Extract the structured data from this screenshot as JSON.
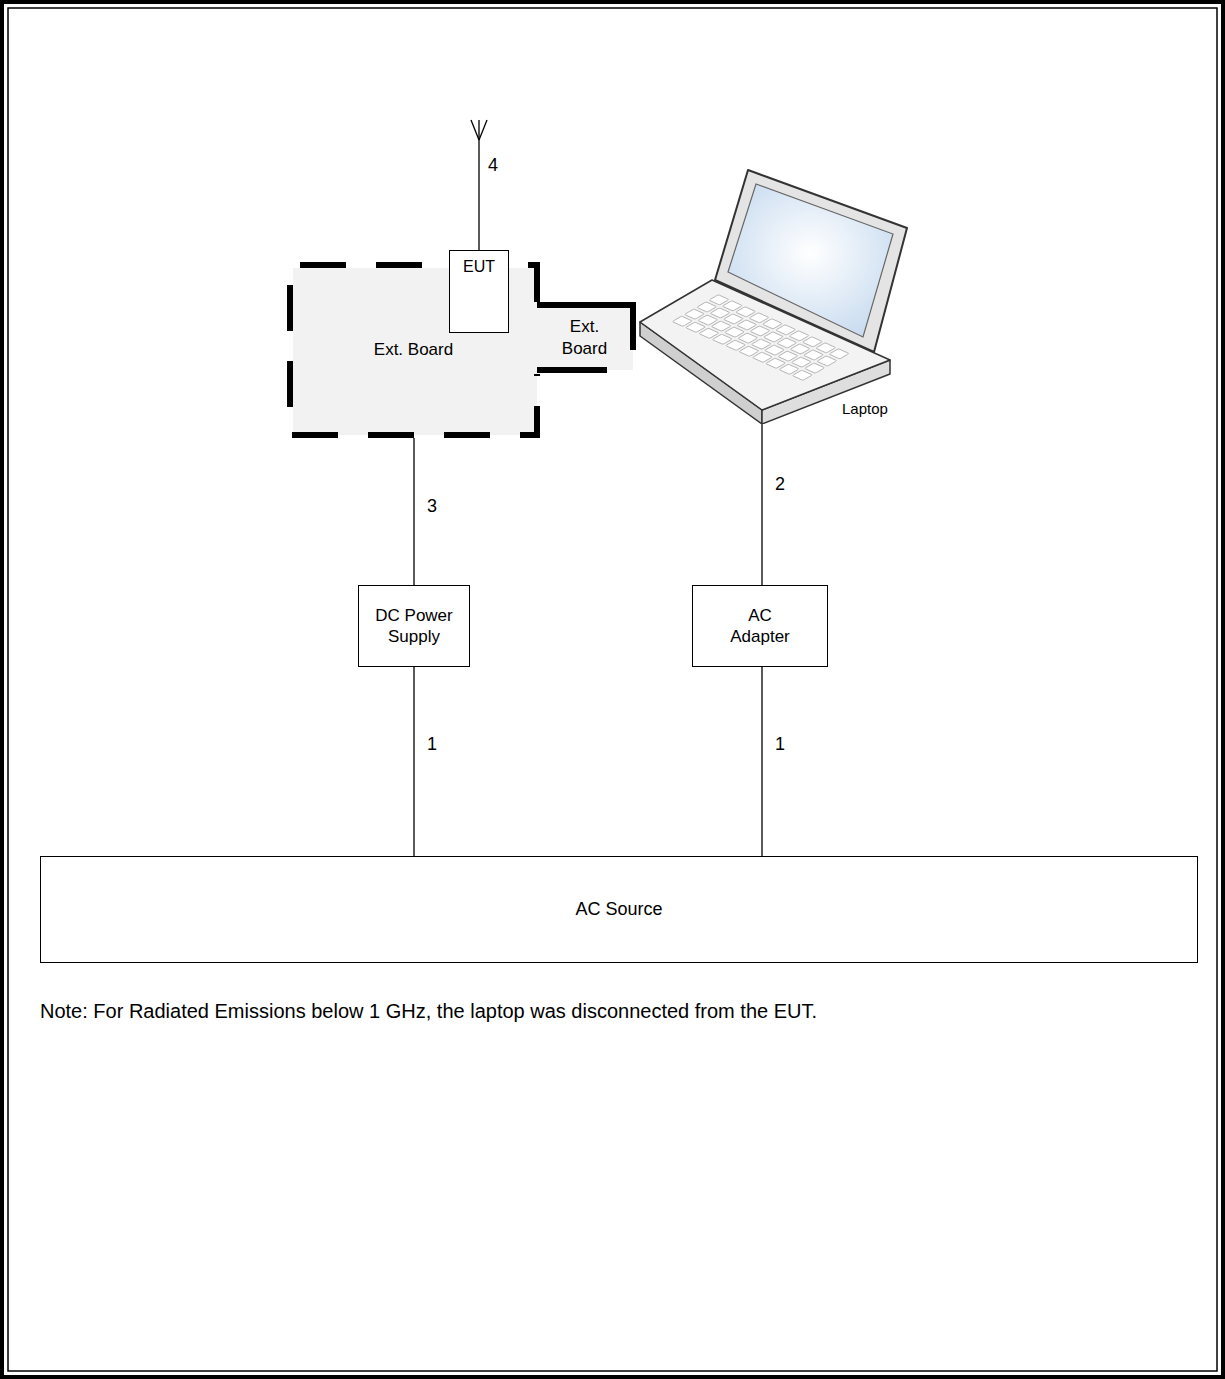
{
  "diagram": {
    "nodes": [
      {
        "text": [
          "Ext. Board"
        ]
      },
      {
        "text": [
          "EUT"
        ],
        "in": 0
      },
      {
        "text": [
          "Ext. Board"
        ]
      },
      {
        "text": [
          "Laptop"
        ]
      },
      {
        "text": [
          "DC Power Supply"
        ]
      },
      {
        "text": [
          "AC Adapter"
        ]
      },
      {
        "text": [
          "AC Source"
        ]
      }
    ],
    "edges": [
      {
        "from": 0,
        "to": 4,
        "label": "3",
        "arrow": "none"
      },
      {
        "from": 3,
        "to": 5,
        "label": "2",
        "arrow": "none"
      },
      {
        "from": 4,
        "to": 6,
        "label": "1",
        "arrow": "none"
      },
      {
        "from": 5,
        "to": 6,
        "label": "1",
        "arrow": "none"
      }
    ],
    "labels": [
      "4",
      "Note: For Radiated Emissions below 1 GHz, the laptop was disconnected from the EUT."
    ]
  }
}
